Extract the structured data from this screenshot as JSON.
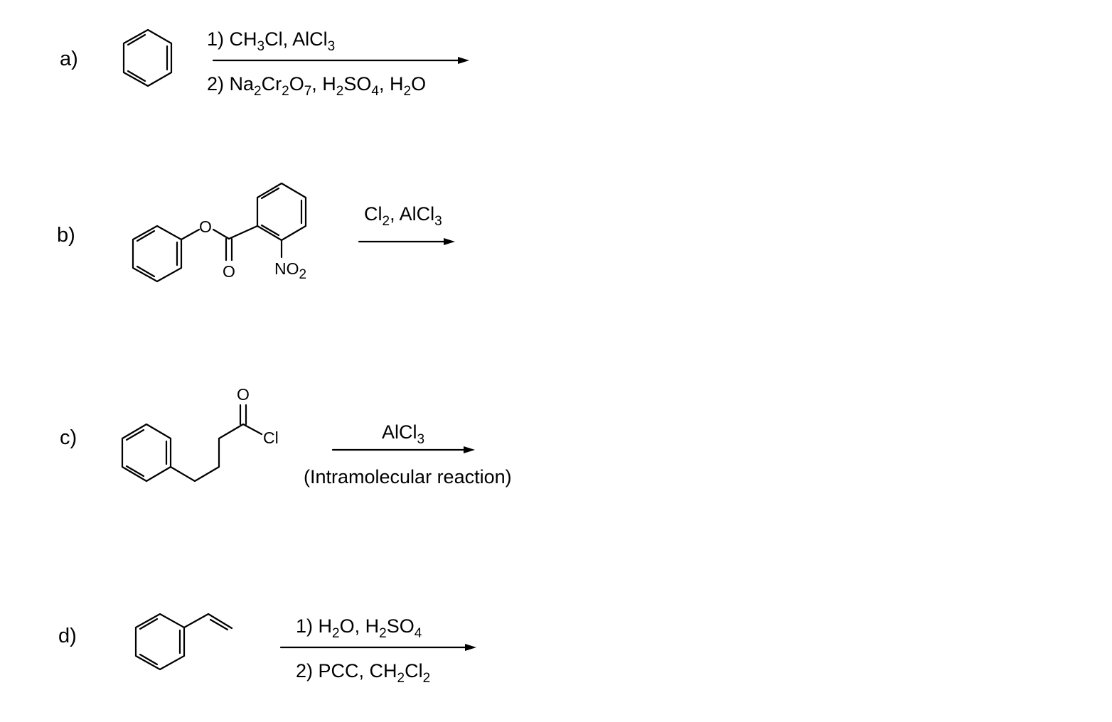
{
  "reactions": [
    {
      "label": "a)",
      "substrate_icon": "benzene-structure",
      "reagents_above": [
        {
          "t": "1) CH"
        },
        {
          "t": "3",
          "sub": true
        },
        {
          "t": "Cl, AlCl"
        },
        {
          "t": "3",
          "sub": true
        }
      ],
      "reagents_below": [
        {
          "t": "2) Na"
        },
        {
          "t": "2",
          "sub": true
        },
        {
          "t": "Cr"
        },
        {
          "t": "2",
          "sub": true
        },
        {
          "t": "O"
        },
        {
          "t": "7",
          "sub": true
        },
        {
          "t": ", H"
        },
        {
          "t": "2",
          "sub": true
        },
        {
          "t": "SO"
        },
        {
          "t": "4",
          "sub": true
        },
        {
          "t": ", H"
        },
        {
          "t": "2",
          "sub": true
        },
        {
          "t": "O"
        }
      ]
    },
    {
      "label": "b)",
      "substrate_icon": "phenyl-2-nitrobenzoate-structure",
      "atoms": {
        "ester_o": "O",
        "carbonyl_o": "O",
        "nitro": "NO",
        "nitro_sub": "2"
      },
      "reagents_above": [
        {
          "t": "Cl"
        },
        {
          "t": "2",
          "sub": true
        },
        {
          "t": ", AlCl"
        },
        {
          "t": "3",
          "sub": true
        }
      ],
      "reagents_below": []
    },
    {
      "label": "c)",
      "substrate_icon": "4-phenylbutanoyl-chloride-structure",
      "atoms": {
        "carbonyl_o": "O",
        "chloride": "Cl"
      },
      "reagents_above": [
        {
          "t": "AlCl"
        },
        {
          "t": "3",
          "sub": true
        }
      ],
      "reagents_below": [
        {
          "t": "(Intramolecular reaction)"
        }
      ]
    },
    {
      "label": "d)",
      "substrate_icon": "styrene-structure",
      "reagents_above": [
        {
          "t": "1) H"
        },
        {
          "t": "2",
          "sub": true
        },
        {
          "t": "O, H"
        },
        {
          "t": "2",
          "sub": true
        },
        {
          "t": "SO"
        },
        {
          "t": "4",
          "sub": true
        }
      ],
      "reagents_below": [
        {
          "t": "2) PCC, CH"
        },
        {
          "t": "2",
          "sub": true
        },
        {
          "t": "Cl"
        },
        {
          "t": "2",
          "sub": true
        }
      ]
    }
  ]
}
